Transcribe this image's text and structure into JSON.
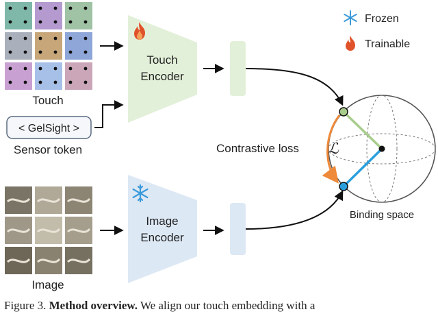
{
  "legend": {
    "frozen": "Frozen",
    "trainable": "Trainable"
  },
  "touch": {
    "label": "Touch",
    "tile_colors": [
      "#7fb8a8",
      "#b59ad0",
      "#9fc3a4",
      "#a9b0bc",
      "#c7a77a",
      "#8ea6d8",
      "#c9a0d2",
      "#a7c0e8",
      "#caa6b8"
    ]
  },
  "sensor": {
    "token": "< GelSight >",
    "label": "Sensor token"
  },
  "image": {
    "label": "Image",
    "tile_colors": [
      "#7a7466",
      "#b0a998",
      "#8d8574",
      "#9f9888",
      "#c2bcaa",
      "#a59e8c",
      "#6e6656",
      "#8a8270",
      "#757060"
    ]
  },
  "touch_encoder": {
    "line1": "Touch",
    "line2": "Encoder",
    "color": "#e3f0d9"
  },
  "image_encoder": {
    "line1": "Image",
    "line2": "Encoder",
    "color": "#dde8f5"
  },
  "loss": {
    "label": "Contrastive loss",
    "symbol": "ℒ"
  },
  "binding": {
    "label": "Binding space"
  },
  "colors": {
    "green": "#a8cc8c",
    "blue": "#2a9fdc",
    "orange": "#ee8a3a",
    "flame": "#e0522a",
    "snow": "#3a9ad9"
  },
  "caption": {
    "prefix": "Figure 3.",
    "title": "Method overview.",
    "text": "We align our touch embedding with a"
  }
}
